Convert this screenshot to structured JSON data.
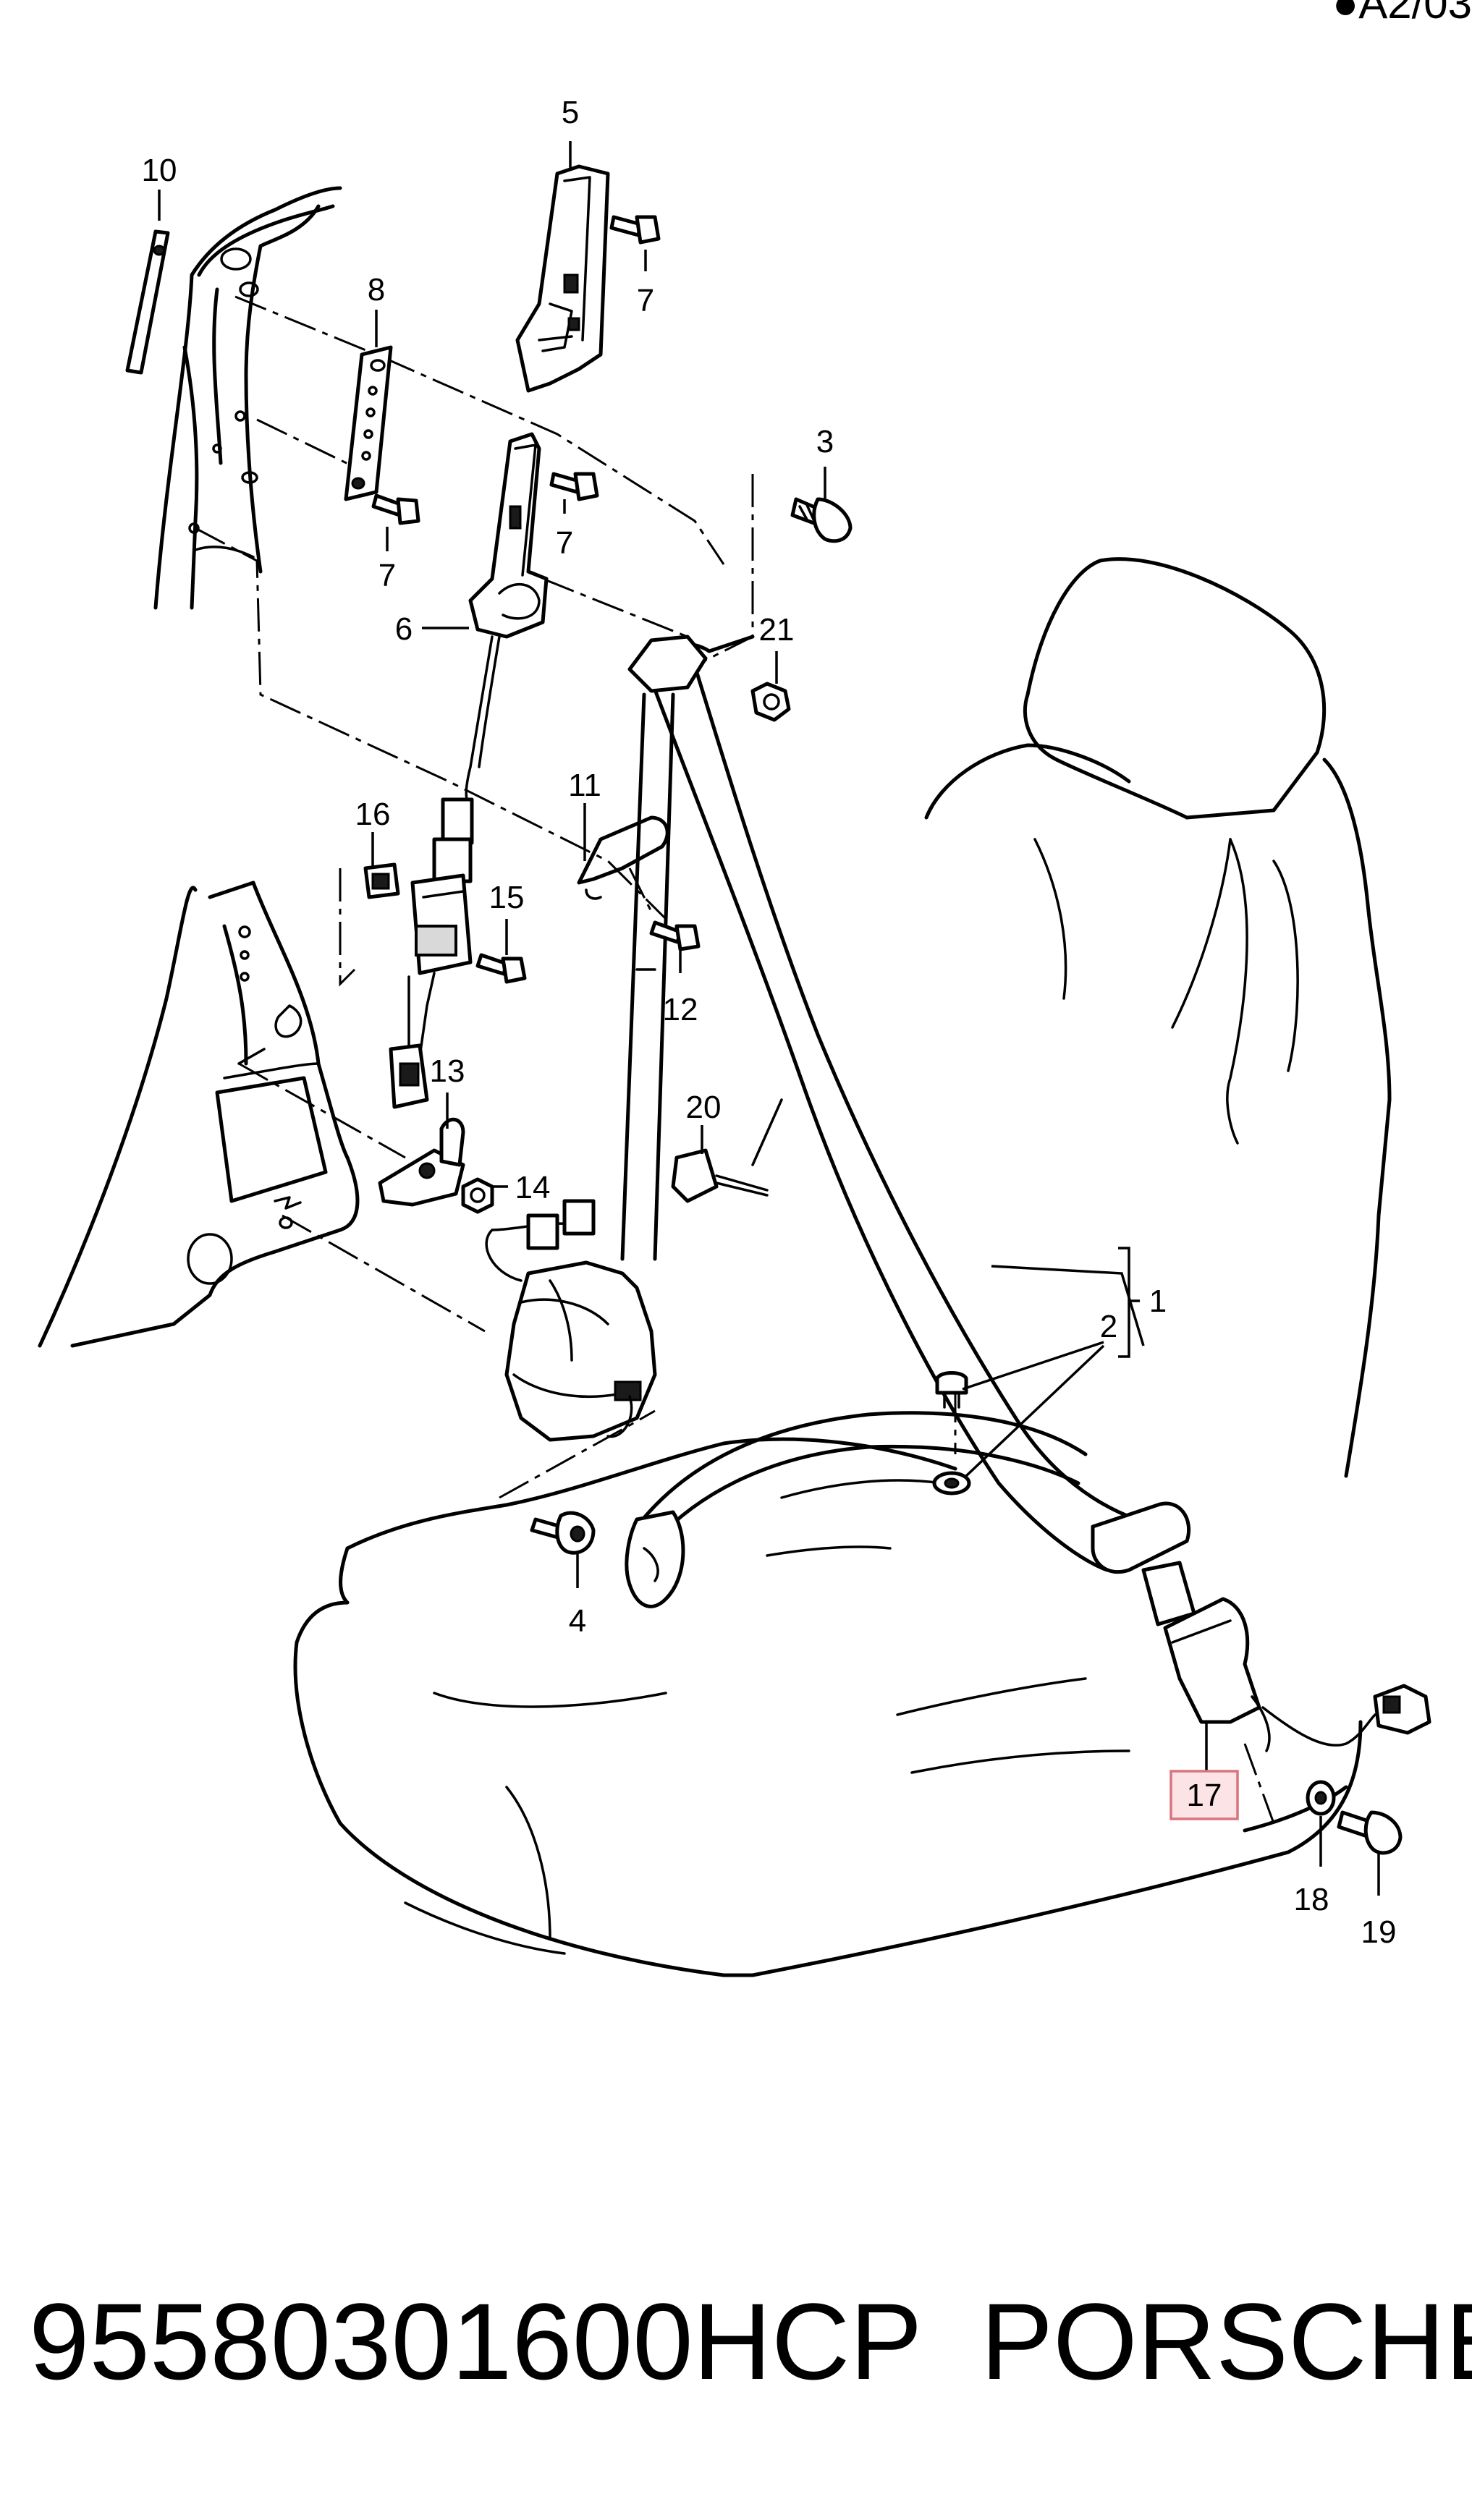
{
  "corner_mark": "●A2/03",
  "footer": {
    "part_number": "95580301600HCP",
    "brand": "PORSCHE"
  },
  "callouts": [
    "10",
    "5",
    "7",
    "8",
    "3",
    "7",
    "7",
    "6",
    "21",
    "11",
    "16",
    "15",
    "12",
    "13",
    "20",
    "14",
    "1",
    "2",
    "4",
    "17",
    "18",
    "19"
  ],
  "highlighted_callout": "17",
  "colors": {
    "highlight_fill": "#fbe3e6",
    "highlight_border": "#d9747f"
  }
}
